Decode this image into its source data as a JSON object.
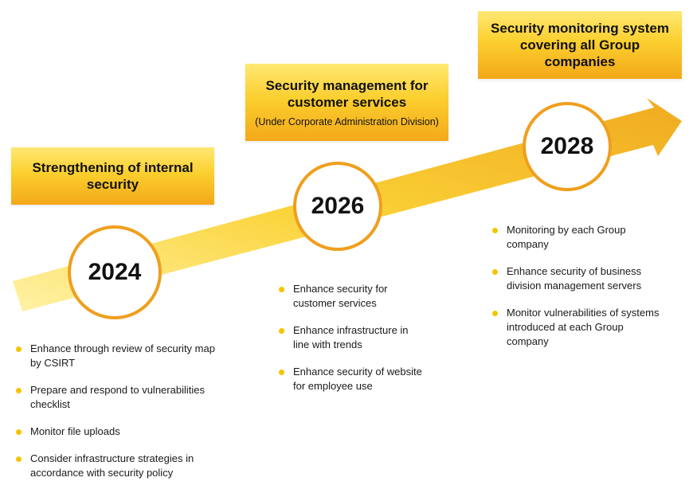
{
  "colors": {
    "arrow_light": "#fff2a6",
    "arrow_dark": "#f0aa20",
    "circle_border": "#ef9f1e",
    "banner_top": "#ffe873",
    "banner_bottom": "#f4a81a",
    "bullet": "#f5c400"
  },
  "milestones": [
    {
      "year": "2024",
      "banner_title": "Strengthening of internal security",
      "items": [
        "Enhance through review of security map by CSIRT",
        "Prepare and respond to vulnerabilities checklist",
        "Monitor file uploads",
        "Consider infrastructure strategies in accordance with security policy"
      ]
    },
    {
      "year": "2026",
      "banner_title": "Security management for customer services",
      "banner_subtitle": "(Under Corporate Administration Division)",
      "items": [
        "Enhance security for customer services",
        "Enhance infrastructure in line with trends",
        "Enhance security of website for employee use"
      ]
    },
    {
      "year": "2028",
      "banner_title": "Security monitoring system covering all Group companies",
      "items": [
        "Monitoring by each Group company",
        "Enhance security of business division management servers",
        "Monitor vulnerabilities of systems introduced at each Group company"
      ]
    }
  ]
}
